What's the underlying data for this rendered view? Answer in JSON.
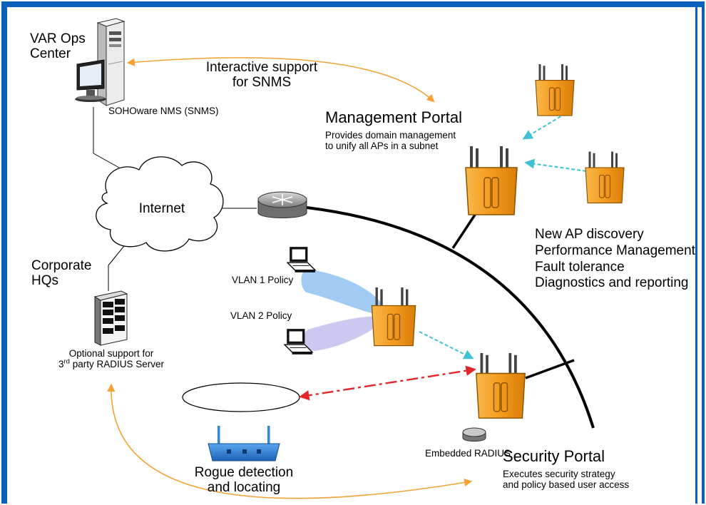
{
  "colors": {
    "frame": "#0a62bd",
    "ap_body": "#f5a623",
    "ap_dark": "#c9710a",
    "orange_arrow": "#f4a236",
    "cyan_arrow": "#3fc2d6",
    "rogue_arrow": "#e3262a",
    "rogue_ap": "#2f88e0",
    "vlan1_beam": "#8fc3f2",
    "vlan2_beam": "#c6c3ef"
  },
  "labels": {
    "var_ops_center": [
      "VAR Ops",
      "Center"
    ],
    "interactive_support": [
      "Interactive support",
      "for SNMS"
    ],
    "sohoware_nms": "SOHOware NMS (SNMS)",
    "management_portal": "Management Portal",
    "management_portal_desc": [
      "Provides domain management",
      "to unify all APs in a subnet"
    ],
    "internet": "Internet",
    "ap_features": [
      "New AP discovery",
      "Performance Management",
      "Fault tolerance",
      "Diagnostics and reporting"
    ],
    "corporate_hqs": [
      "Corporate",
      "HQs"
    ],
    "vlan1": "VLAN 1 Policy",
    "vlan2": "VLAN 2 Policy",
    "radius_optional": {
      "line1": "Optional support for",
      "prefix": "3",
      "sup": "rd",
      "suffix": " party RADIUS Server"
    },
    "embedded_radius": "Embedded RADIUS",
    "rogue_detection": [
      "Rogue detection",
      "and locating"
    ],
    "security_portal": "Security Portal",
    "security_portal_desc": [
      "Executes security strategy",
      "and policy based user access"
    ]
  },
  "icons": {
    "server": "server-tower-icon",
    "monitor": "monitor-icon",
    "cloud": "internet-cloud-icon",
    "router": "router-icon",
    "access_point": "access-point-icon",
    "laptop": "laptop-icon",
    "rack": "server-rack-icon",
    "radius": "radius-disk-icon",
    "rogue_ap": "rogue-access-point-icon"
  }
}
